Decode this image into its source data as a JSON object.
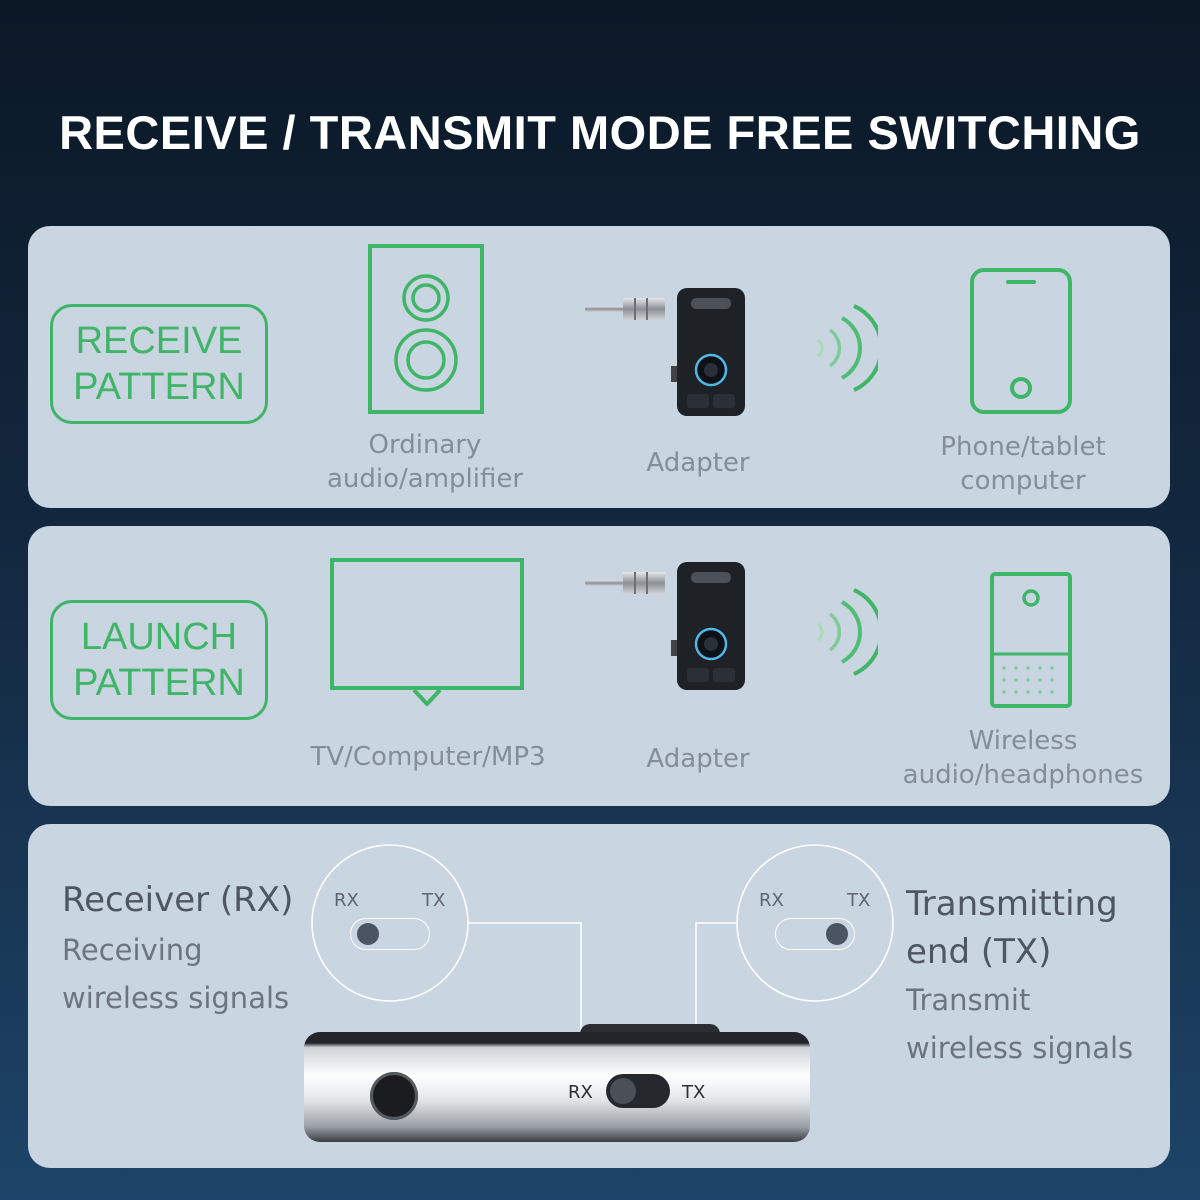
{
  "title": "RECEIVE / TRANSMIT MODE FREE SWITCHING",
  "receive": {
    "badge_line1": "RECEIVE",
    "badge_line2": "PATTERN",
    "speaker_line1": "Ordinary",
    "speaker_line2": "audio/amplifier",
    "adapter": "Adapter",
    "phone_line1": "Phone/tablet",
    "phone_line2": "computer"
  },
  "launch": {
    "badge_line1": "LAUNCH",
    "badge_line2": "PATTERN",
    "tv": "TV/Computer/MP3",
    "adapter": "Adapter",
    "wireless_line1": "Wireless",
    "wireless_line2": "audio/headphones"
  },
  "switch": {
    "rx_title": "Receiver (RX)",
    "rx_sub1": "Receiving",
    "rx_sub2": "wireless signals",
    "tx_title1": "Transmitting",
    "tx_title2": "end (TX)",
    "tx_sub1": "Transmit",
    "tx_sub2": "wireless signals",
    "rx_label": "RX",
    "tx_label": "TX"
  },
  "colors": {
    "accent_green": "#3fb567",
    "panel": "#c9d5e1",
    "background_top": "#0b1826",
    "background_bottom": "#1d4468"
  }
}
